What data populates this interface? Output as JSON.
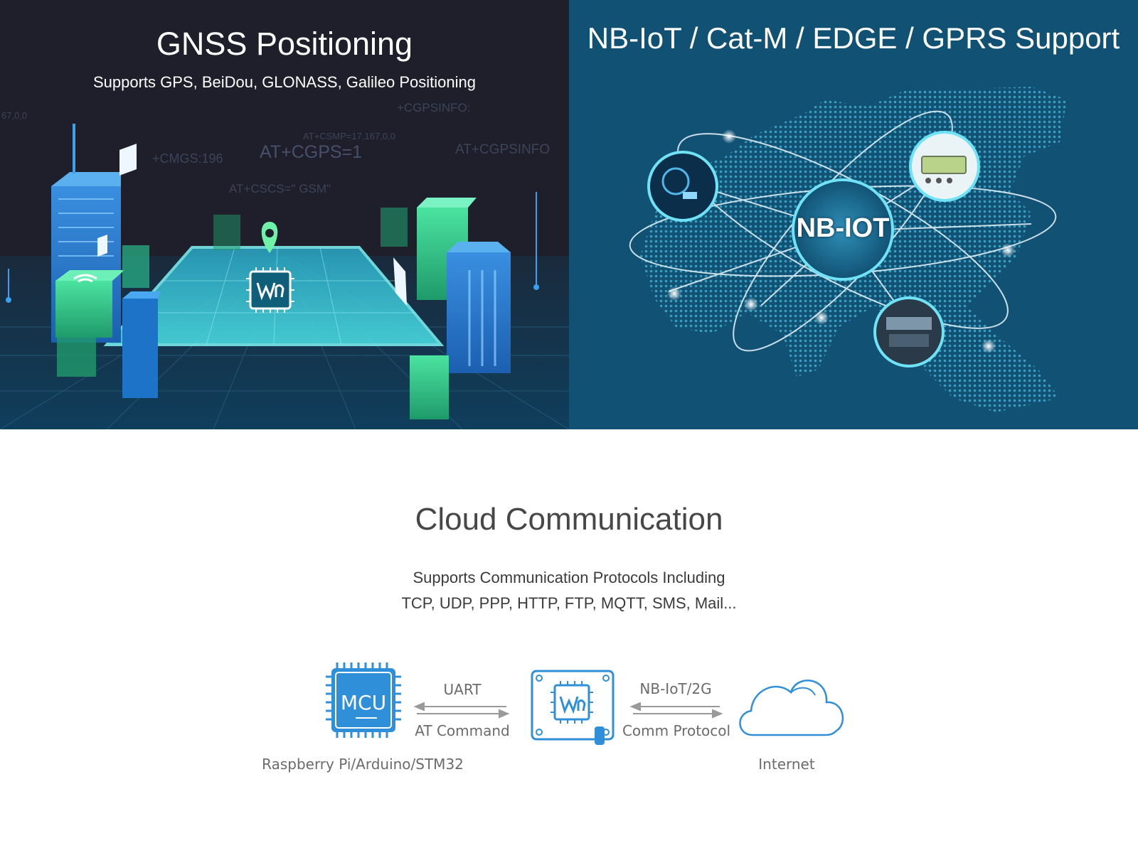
{
  "gnss": {
    "title": "GNSS Positioning",
    "subtitle": "Supports GPS, BeiDou, GLONASS, Galileo Positioning",
    "background_commands": [
      "+CGPSINFO:",
      "AT+CSMP=17,167,0,0",
      "+CMGS:196",
      "AT+CGPS=1",
      "AT+CGPSINFO",
      "AT+CSCS=\" GSM\"",
      "67,0,0"
    ]
  },
  "nbiot": {
    "title": "NB-IoT / Cat-M / EDGE / GPRS Support",
    "hub_label": "NB-IOT"
  },
  "cloud": {
    "title": "Cloud Communication",
    "subtitle_line1": "Supports Communication Protocols Including",
    "subtitle_line2": "TCP, UDP, PPP, HTTP, FTP, MQTT, SMS, Mail..."
  },
  "flow": {
    "mcu_chip_label": "MCU",
    "mcu_caption": "Raspberry Pi/Arduino/STM32",
    "link1_top": "UART",
    "link1_bottom": "AT Command",
    "link2_top": "NB-IoT/2G",
    "link2_bottom": "Comm Protocol",
    "cloud_caption": "Internet"
  },
  "colors": {
    "gnss_bg": "#1e1f2b",
    "nbiot_bg": "#115274",
    "accent_cyan": "#3fe0e6",
    "accent_green": "#38c07a",
    "diagram_blue": "#2f8fd8",
    "heading_gray": "#474747"
  }
}
